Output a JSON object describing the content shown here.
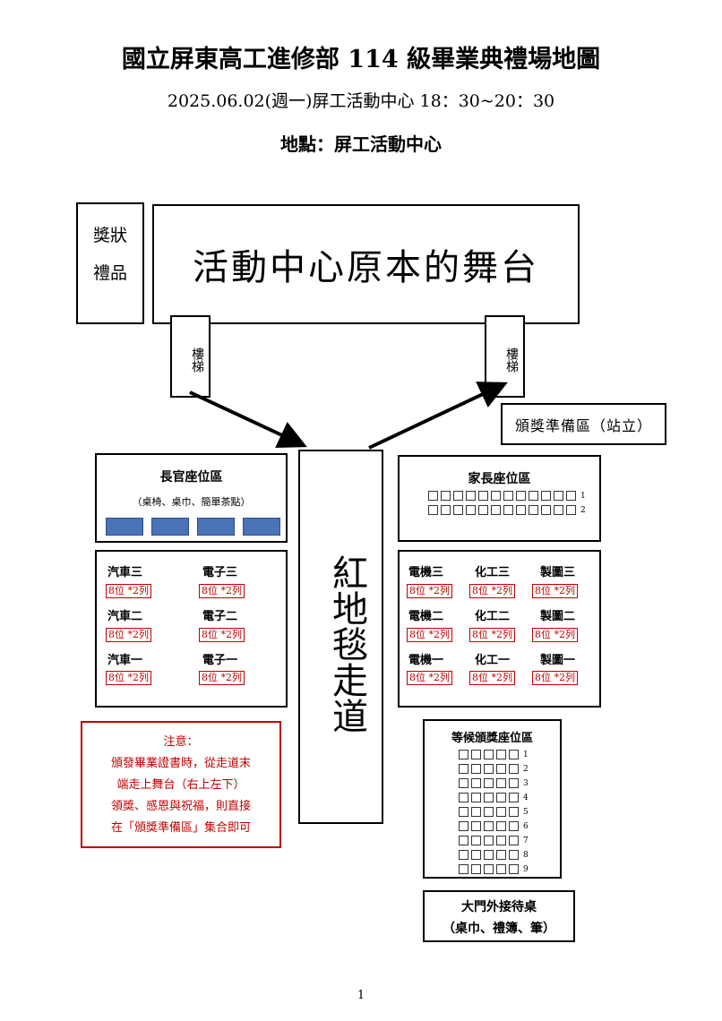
{
  "header": {
    "title": "國立屏東高工進修部 114 級畢業典禮場地圖",
    "subtitle": "2025.06.02(週一)屏工活動中心 18：30~20：30",
    "location": "地點：屏工活動中心"
  },
  "map": {
    "prize_line1": "獎狀",
    "prize_line2": "禮品",
    "stage": "活動中心原本的舞台",
    "stairs_left": "樓梯",
    "stairs_right": "樓梯",
    "prepare_area": "頒獎準備區（站立）",
    "carpet": "紅地毯走道",
    "officials": {
      "title": "長官座位區",
      "subtitle": "（桌椅、桌巾、簡單茶點）",
      "bar_color": "#4a73b8"
    },
    "parents": {
      "title": "家長座位區",
      "rows": [
        "1",
        "2"
      ]
    },
    "seat_label": "8位 *2列",
    "left_depts": [
      "汽車三",
      "電子三",
      "汽車二",
      "電子二",
      "汽車一",
      "電子一"
    ],
    "right_depts": [
      "電機三",
      "化工三",
      "製圖三",
      "電機二",
      "化工二",
      "製圖二",
      "電機一",
      "化工一",
      "製圖一"
    ],
    "note": {
      "title": "注意：",
      "line1": "頒發畢業證書時，從走道末",
      "line2": "端走上舞台（右上左下）",
      "line3": "領獎、感恩與祝福，則直接",
      "line4": "在「頒獎準備區」集合即可",
      "color": "#c00000"
    },
    "waiting": {
      "title": "等候頒獎座位區",
      "rows": [
        "1",
        "2",
        "3",
        "4",
        "5",
        "6",
        "7",
        "8",
        "9"
      ]
    },
    "gate": {
      "line1": "大門外接待桌",
      "line2": "（桌巾、禮簿、筆）"
    }
  },
  "footer": {
    "page_number": "1"
  }
}
